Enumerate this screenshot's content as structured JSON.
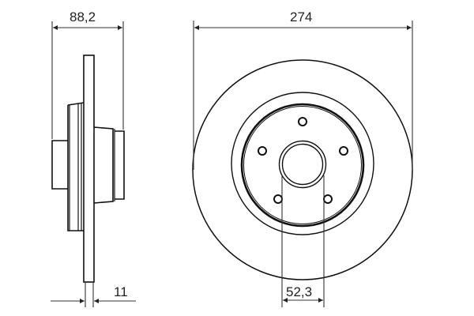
{
  "diagram": {
    "type": "technical drawing",
    "subject": "brake disc",
    "views": [
      "side-view",
      "front-view"
    ],
    "colors": {
      "line": "#111111",
      "dimension": "#333333",
      "text": "#222222",
      "background": "#ffffff"
    }
  },
  "dimensions": {
    "total_height": {
      "label": "88,2"
    },
    "disc_thickness": {
      "label": "11"
    },
    "outer_diameter": {
      "label": "274"
    },
    "center_bore": {
      "label": "52,3"
    }
  },
  "front_view": {
    "bolt_hole_count": "5"
  }
}
